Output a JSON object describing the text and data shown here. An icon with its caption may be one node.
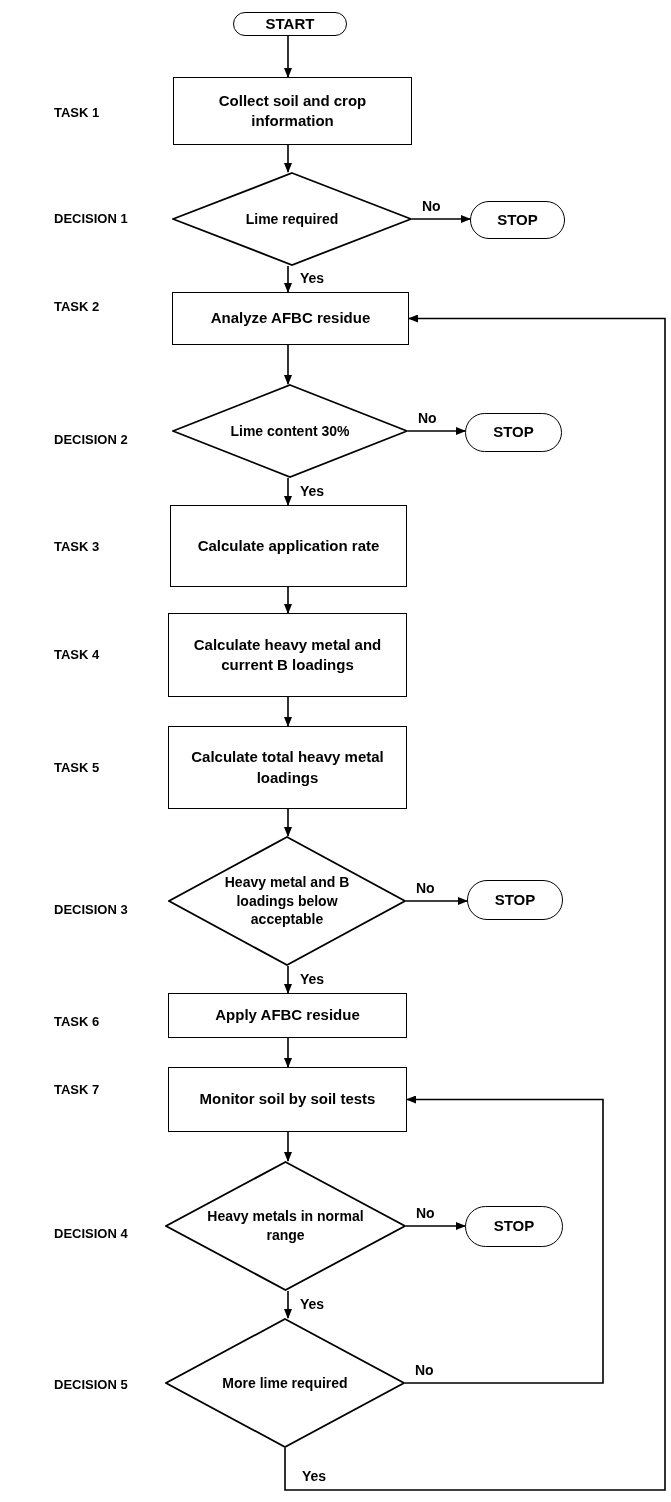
{
  "diagram": {
    "nodes": [
      {
        "text": [
          "START"
        ]
      },
      {
        "text": [
          "Collect soil and crop information"
        ]
      },
      {
        "text": [
          "Lime required"
        ]
      },
      {
        "text": [
          "STOP"
        ]
      },
      {
        "text": [
          "Analyze AFBC residue"
        ]
      },
      {
        "text": [
          "Lime content 30%"
        ]
      },
      {
        "text": [
          "STOP"
        ]
      },
      {
        "text": [
          "Calculate application rate"
        ]
      },
      {
        "text": [
          "Calculate heavy metal and current B loadings"
        ]
      },
      {
        "text": [
          "Calculate total heavy metal loadings"
        ]
      },
      {
        "text": [
          "Heavy metal and B loadings below acceptable"
        ]
      },
      {
        "text": [
          "STOP"
        ]
      },
      {
        "text": [
          "Apply AFBC residue"
        ]
      },
      {
        "text": [
          "Monitor soil by soil tests"
        ]
      },
      {
        "text": [
          "Heavy metals in normal range"
        ]
      },
      {
        "text": [
          "STOP"
        ]
      },
      {
        "text": [
          "More lime required"
        ]
      }
    ],
    "edges": [
      {
        "from": 0,
        "to": 1,
        "arrow": "to"
      },
      {
        "from": 1,
        "to": 2,
        "arrow": "to"
      },
      {
        "from": 2,
        "to": 3,
        "arrow": "to",
        "label": "No"
      },
      {
        "from": 2,
        "to": 4,
        "arrow": "to",
        "label": "Yes"
      },
      {
        "from": 4,
        "to": 5,
        "arrow": "to"
      },
      {
        "from": 5,
        "to": 6,
        "arrow": "to",
        "label": "No"
      },
      {
        "from": 5,
        "to": 7,
        "arrow": "to",
        "label": "Yes"
      },
      {
        "from": 7,
        "to": 8,
        "arrow": "to"
      },
      {
        "from": 8,
        "to": 9,
        "arrow": "to"
      },
      {
        "from": 9,
        "to": 10,
        "arrow": "to"
      },
      {
        "from": 10,
        "to": 11,
        "arrow": "to",
        "label": "No"
      },
      {
        "from": 10,
        "to": 12,
        "arrow": "to",
        "label": "Yes"
      },
      {
        "from": 12,
        "to": 13,
        "arrow": "to"
      },
      {
        "from": 13,
        "to": 14,
        "arrow": "to"
      },
      {
        "from": 14,
        "to": 15,
        "arrow": "to",
        "label": "No"
      },
      {
        "from": 14,
        "to": 16,
        "arrow": "to",
        "label": "Yes"
      },
      {
        "from": 16,
        "to": 13,
        "arrow": "to",
        "label": "No"
      },
      {
        "from": 16,
        "to": 4,
        "arrow": "to",
        "label": "Yes"
      }
    ],
    "labels": [
      "TASK 1",
      "DECISION 1",
      "TASK 2",
      "DECISION 2",
      "TASK 3",
      "TASK 4",
      "TASK 5",
      "DECISION 3",
      "TASK 6",
      "TASK 7",
      "DECISION 4",
      "DECISION 5"
    ]
  }
}
